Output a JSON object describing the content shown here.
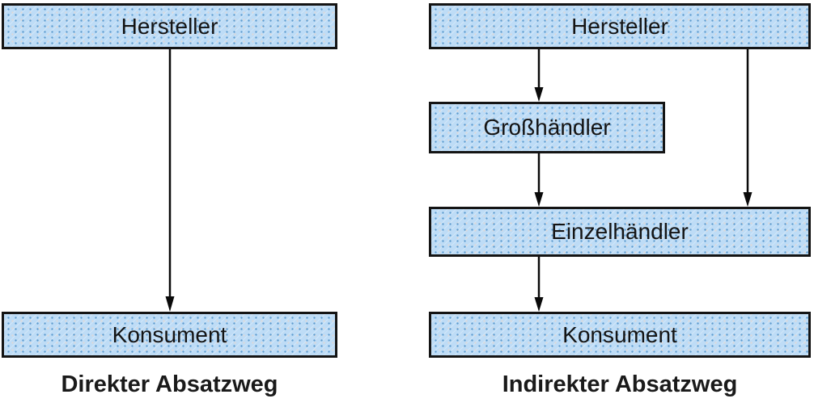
{
  "diagram": {
    "left": {
      "caption": "Direkter Absatzweg",
      "nodes": {
        "hersteller": "Hersteller",
        "konsument": "Konsument"
      }
    },
    "right": {
      "caption": "Indirekter Absatzweg",
      "nodes": {
        "hersteller": "Hersteller",
        "grosshaendler": "Großhändler",
        "einzelhaendler": "Einzelhändler",
        "konsument": "Konsument"
      }
    },
    "edges": [
      {
        "from": "left.hersteller",
        "to": "left.konsument"
      },
      {
        "from": "right.hersteller",
        "to": "right.grosshaendler"
      },
      {
        "from": "right.grosshaendler",
        "to": "right.einzelhaendler"
      },
      {
        "from": "right.hersteller",
        "to": "right.einzelhaendler"
      },
      {
        "from": "right.einzelhaendler",
        "to": "right.konsument"
      }
    ],
    "colors": {
      "box_fill": "#bedcf6",
      "box_dot": "#5e9ccf",
      "box_border": "#141414",
      "arrow": "#0a0a0a",
      "text": "#141414",
      "background": "#ffffff"
    }
  }
}
